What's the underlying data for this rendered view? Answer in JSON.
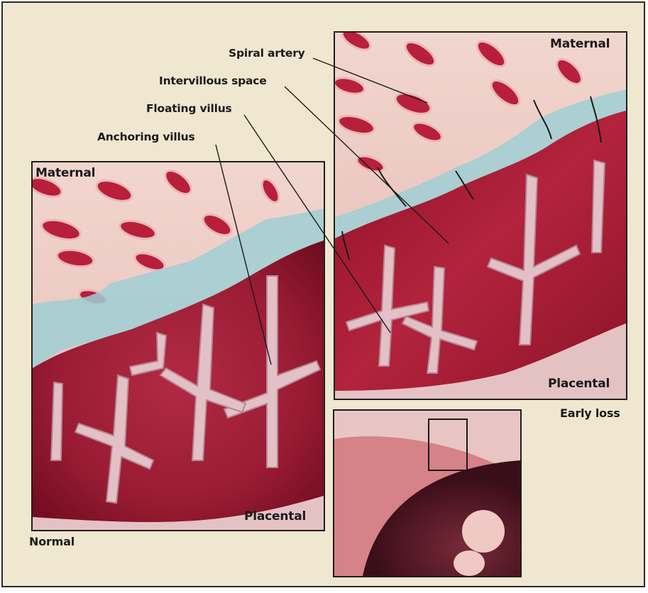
{
  "labels": {
    "spiral_artery": "Spiral artery",
    "intervillous_space": "Intervillous space",
    "floating_villus": "Floating villus",
    "anchoring_villus": "Anchoring villus"
  },
  "panels": {
    "normal": {
      "maternal": "Maternal",
      "placental": "Placental",
      "caption": "Normal"
    },
    "early_loss": {
      "maternal": "Maternal",
      "placental": "Placental",
      "caption": "Early loss"
    }
  },
  "colors": {
    "background": "#efe7cf",
    "maternal_tissue": "#ecc9c2",
    "blood": "#a5192f",
    "blood_dark": "#7c0f22",
    "villus": "#d7a7b1",
    "trophoblast": "#7fc1c9",
    "artery": "#c22a44"
  }
}
